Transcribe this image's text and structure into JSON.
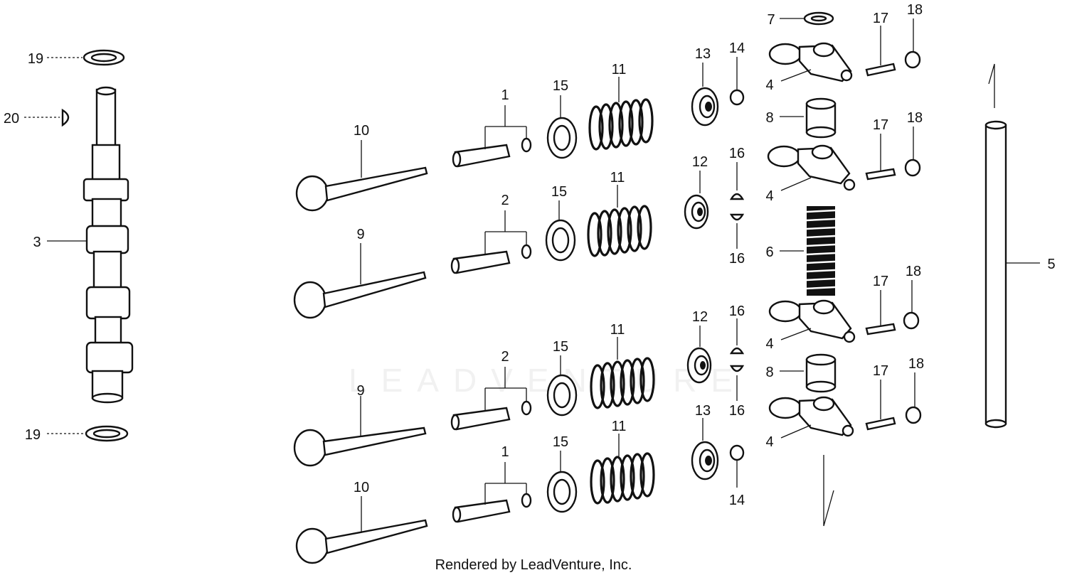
{
  "callouts": {
    "p19_top": "19",
    "p20": "20",
    "p3": "3",
    "p19_bot": "19",
    "p10_a": "10",
    "p9_a": "9",
    "p9_b": "9",
    "p10_b": "10",
    "p1_a": "1",
    "p2_a": "2",
    "p2_b": "2",
    "p1_b": "1",
    "p15_a": "15",
    "p15_b": "15",
    "p15_c": "15",
    "p15_d": "15",
    "p11_a": "11",
    "p11_b": "11",
    "p11_c": "11",
    "p11_d": "11",
    "p13_a": "13",
    "p12_a": "12",
    "p12_b": "12",
    "p13_b": "13",
    "p14_a": "14",
    "p14_b": "14",
    "p16_a": "16",
    "p16_b": "16",
    "p16_c": "16",
    "p16_d": "16",
    "p7": "7",
    "p4_a": "4",
    "p4_b": "4",
    "p4_c": "4",
    "p4_d": "4",
    "p8_a": "8",
    "p8_b": "8",
    "p6": "6",
    "p17_a": "17",
    "p17_b": "17",
    "p17_c": "17",
    "p17_d": "17",
    "p18_a": "18",
    "p18_b": "18",
    "p18_c": "18",
    "p18_d": "18",
    "p5": "5"
  },
  "watermark": "LEADVENTURE",
  "footer": "Rendered by LeadVenture, Inc."
}
